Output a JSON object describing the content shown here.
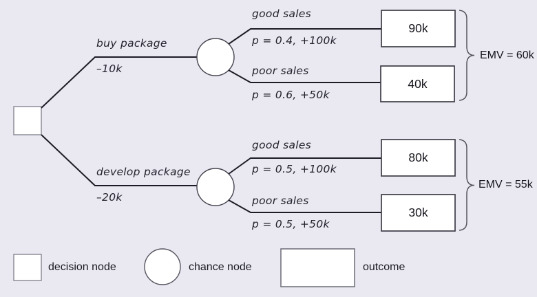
{
  "tree": {
    "branches": [
      {
        "label": "buy package",
        "cost": "–10k",
        "emv": "EMV = 60k",
        "outcomes": [
          {
            "label": "good sales",
            "prob": "p = 0.4, +100k",
            "value": "90k"
          },
          {
            "label": "poor sales",
            "prob": "p = 0.6, +50k",
            "value": "40k"
          }
        ]
      },
      {
        "label": "develop package",
        "cost": "–20k",
        "emv": "EMV = 55k",
        "outcomes": [
          {
            "label": "good sales",
            "prob": "p = 0.5, +100k",
            "value": "80k"
          },
          {
            "label": "poor sales",
            "prob": "p = 0.5, +50k",
            "value": "30k"
          }
        ]
      }
    ]
  },
  "legend": {
    "decision_label": "decision node",
    "chance_label": "chance node",
    "outcome_label": "outcome"
  },
  "colors": {
    "background": "#eae9f2",
    "branch_line": "#1c1c26",
    "node_fill": "#ffffff",
    "node_stroke": "#43434e",
    "box_stroke": "#3c3c46",
    "legend_stroke": "#8d8d99",
    "brace_stroke": "#55555f",
    "text": "#1e1e28"
  }
}
